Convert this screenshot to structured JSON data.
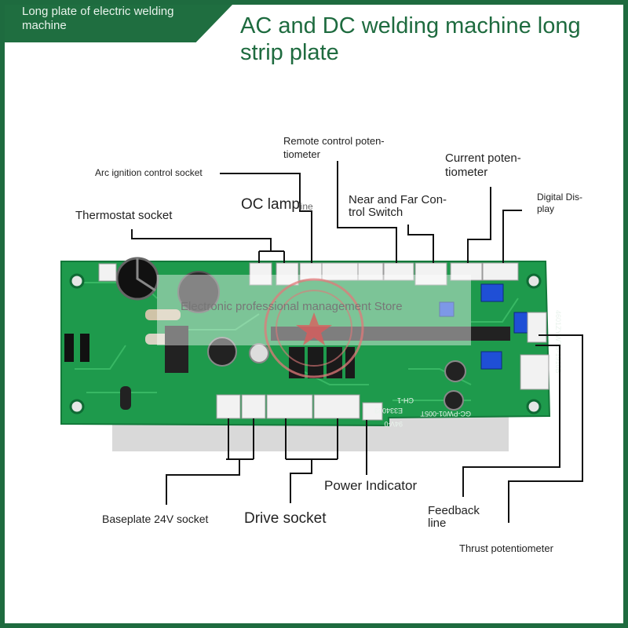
{
  "corner_label": "Long plate of electric welding machine",
  "title": "AC and DC welding machine long strip plate",
  "watermark": "Electronic professional management Store",
  "labels": {
    "remote_control": [
      "Remote control poten-",
      "tiometer"
    ],
    "arc_ignition": "Arc ignition control socket",
    "current_pot": [
      "Current poten-",
      "tiometer"
    ],
    "digital_display": [
      "Digital Dis-",
      "play"
    ],
    "thermostat": "Thermostat socket",
    "oc_lamp": "OC lamp",
    "oc_lamp_tail": "line",
    "near_far": [
      "Near and Far Con-",
      "trol Switch"
    ],
    "power_indicator": "Power Indicator",
    "feedback": [
      "Feedback",
      "line"
    ],
    "baseplate": "Baseplate 24V socket",
    "drive_socket": "Drive socket",
    "thrust_pot": "Thrust potentiometer"
  },
  "pcb_markings": {
    "e_code": "E334023",
    "ch": "CH-1",
    "rating": "94V-0",
    "side_code": "4601ZYWTS-1910B",
    "bottom_code": "GC-PW01-005T"
  },
  "colors": {
    "brand_green": "#1e6b3f",
    "pcb_green": "#1e9a4c",
    "leader_line": "#111111"
  }
}
